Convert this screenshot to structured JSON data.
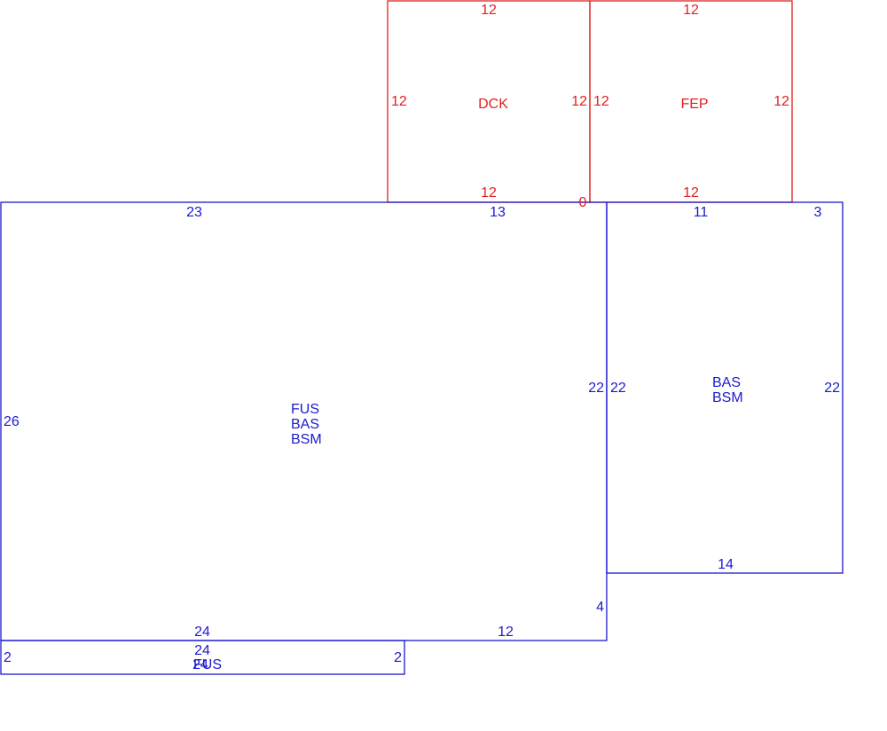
{
  "colors": {
    "upper": "#e02020",
    "main": "#1a1ad0"
  },
  "areas": {
    "dck": {
      "label": "DCK",
      "top": "12",
      "bottom": "12",
      "left": "12",
      "right": "12"
    },
    "fep": {
      "label": "FEP",
      "top": "12",
      "bottom": "12",
      "left": "12",
      "right": "12"
    },
    "junction_label": "0",
    "main": {
      "label_lines": [
        "FUS",
        "BAS",
        "BSM"
      ],
      "top_a": "23",
      "top_b": "13",
      "left": "26",
      "right": "22",
      "right_lower": "4",
      "bottom_a": "24",
      "bottom_b": "12"
    },
    "side": {
      "label_lines": [
        "BAS",
        "BSM"
      ],
      "top_a": "11",
      "top_b": "3",
      "left": "22",
      "right": "22",
      "bottom": "14"
    },
    "strip": {
      "label": "FUS",
      "top": "24",
      "bottom": "24",
      "left": "2",
      "right": "2"
    }
  }
}
